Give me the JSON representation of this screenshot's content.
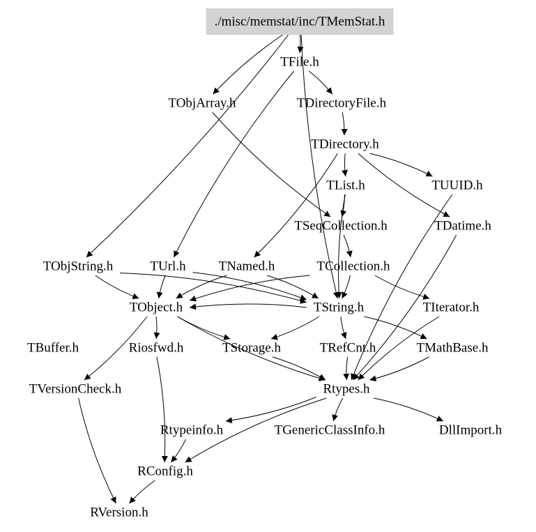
{
  "diagram": {
    "nodes": [
      {
        "id": "tmemstat",
        "label": "./misc/memstat/inc/TMemStat.h",
        "highlight": true
      },
      {
        "id": "tfile",
        "label": "TFile.h"
      },
      {
        "id": "tobjarray",
        "label": "TObjArray.h"
      },
      {
        "id": "tdirectoryfile",
        "label": "TDirectoryFile.h"
      },
      {
        "id": "tdirectory",
        "label": "TDirectory.h"
      },
      {
        "id": "tlist",
        "label": "TList.h"
      },
      {
        "id": "tuuid",
        "label": "TUUID.h"
      },
      {
        "id": "tseqcollection",
        "label": "TSeqCollection.h"
      },
      {
        "id": "tdatime",
        "label": "TDatime.h"
      },
      {
        "id": "tobjstring",
        "label": "TObjString.h"
      },
      {
        "id": "turl",
        "label": "TUrl.h"
      },
      {
        "id": "tnamed",
        "label": "TNamed.h"
      },
      {
        "id": "tcollection",
        "label": "TCollection.h"
      },
      {
        "id": "tobject",
        "label": "TObject.h"
      },
      {
        "id": "tstring",
        "label": "TString.h"
      },
      {
        "id": "titerator",
        "label": "TIterator.h"
      },
      {
        "id": "tbuffer",
        "label": "TBuffer.h"
      },
      {
        "id": "riosfwd",
        "label": "Riosfwd.h"
      },
      {
        "id": "tstorage",
        "label": "TStorage.h"
      },
      {
        "id": "trefcnt",
        "label": "TRefCnt.h"
      },
      {
        "id": "tmathbase",
        "label": "TMathBase.h"
      },
      {
        "id": "tversioncheck",
        "label": "TVersionCheck.h"
      },
      {
        "id": "rtypes",
        "label": "Rtypes.h"
      },
      {
        "id": "rtypeinfo",
        "label": "Rtypeinfo.h"
      },
      {
        "id": "tgenericclassinfo",
        "label": "TGenericClassInfo.h"
      },
      {
        "id": "dllimport",
        "label": "DllImport.h"
      },
      {
        "id": "rconfig",
        "label": "RConfig.h"
      },
      {
        "id": "rversion",
        "label": "RVersion.h"
      }
    ],
    "edges": [
      {
        "from": "tmemstat",
        "to": "tfile"
      },
      {
        "from": "tmemstat",
        "to": "tobjarray"
      },
      {
        "from": "tmemstat",
        "to": "tobjstring"
      },
      {
        "from": "tmemstat",
        "to": "tstring"
      },
      {
        "from": "tfile",
        "to": "tdirectoryfile"
      },
      {
        "from": "tfile",
        "to": "turl"
      },
      {
        "from": "tdirectoryfile",
        "to": "tdirectory"
      },
      {
        "from": "tdirectory",
        "to": "tlist"
      },
      {
        "from": "tdirectory",
        "to": "tuuid"
      },
      {
        "from": "tdirectory",
        "to": "tdatime"
      },
      {
        "from": "tdirectory",
        "to": "tnamed"
      },
      {
        "from": "tobjarray",
        "to": "tseqcollection"
      },
      {
        "from": "tlist",
        "to": "tseqcollection"
      },
      {
        "from": "tlist",
        "to": "tstring"
      },
      {
        "from": "tseqcollection",
        "to": "tcollection"
      },
      {
        "from": "tuuid",
        "to": "rtypes"
      },
      {
        "from": "tdatime",
        "to": "rtypes"
      },
      {
        "from": "tobjstring",
        "to": "tobject"
      },
      {
        "from": "tobjstring",
        "to": "tstring"
      },
      {
        "from": "turl",
        "to": "tobject"
      },
      {
        "from": "turl",
        "to": "tstring"
      },
      {
        "from": "tnamed",
        "to": "tobject"
      },
      {
        "from": "tnamed",
        "to": "tstring"
      },
      {
        "from": "tcollection",
        "to": "tobject"
      },
      {
        "from": "tcollection",
        "to": "tstring"
      },
      {
        "from": "tcollection",
        "to": "titerator"
      },
      {
        "from": "tobject",
        "to": "riosfwd"
      },
      {
        "from": "tobject",
        "to": "tstorage"
      },
      {
        "from": "tobject",
        "to": "tversioncheck"
      },
      {
        "from": "tobject",
        "to": "rtypes"
      },
      {
        "from": "tstring",
        "to": "tstorage"
      },
      {
        "from": "tstring",
        "to": "trefcnt"
      },
      {
        "from": "tstring",
        "to": "tmathbase"
      },
      {
        "from": "tstring",
        "to": "tobject"
      },
      {
        "from": "tstorage",
        "to": "rtypes"
      },
      {
        "from": "trefcnt",
        "to": "rtypes"
      },
      {
        "from": "tmathbase",
        "to": "rtypes"
      },
      {
        "from": "titerator",
        "to": "rtypes"
      },
      {
        "from": "riosfwd",
        "to": "rconfig"
      },
      {
        "from": "tversioncheck",
        "to": "rversion"
      },
      {
        "from": "rtypes",
        "to": "rtypeinfo"
      },
      {
        "from": "rtypes",
        "to": "tgenericclassinfo"
      },
      {
        "from": "rtypes",
        "to": "dllimport"
      },
      {
        "from": "rtypes",
        "to": "rconfig"
      },
      {
        "from": "rtypeinfo",
        "to": "rconfig"
      },
      {
        "from": "rconfig",
        "to": "rversion"
      }
    ]
  }
}
